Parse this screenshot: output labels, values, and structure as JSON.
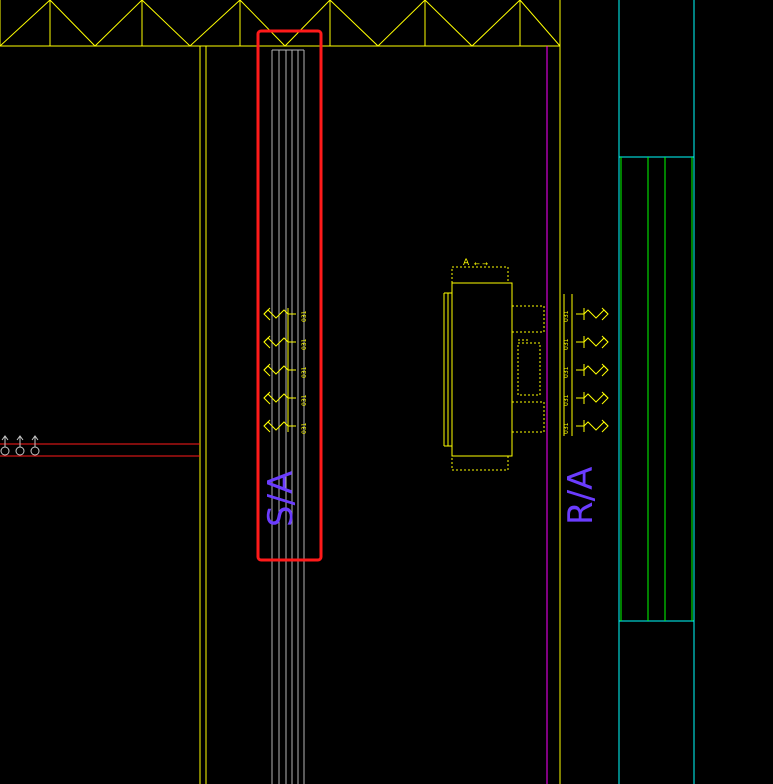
{
  "colors": {
    "background": "#000000",
    "yellow": "#ffff00",
    "cyan": "#00ffff",
    "green": "#00ff00",
    "magenta": "#ff00ff",
    "red": "#ff1a1a",
    "purple_text": "#6b3cff",
    "gray": "#b4b4b4"
  },
  "labels": {
    "supply_air": "S/A",
    "return_air": "R/A",
    "unit_tag": "A",
    "unit_dim": "← →"
  },
  "diffuser_dims": {
    "left": [
      "031",
      "031",
      "031",
      "031"
    ],
    "right": [
      "031",
      "031",
      "031",
      "031"
    ]
  },
  "highlight": {
    "note": ""
  }
}
